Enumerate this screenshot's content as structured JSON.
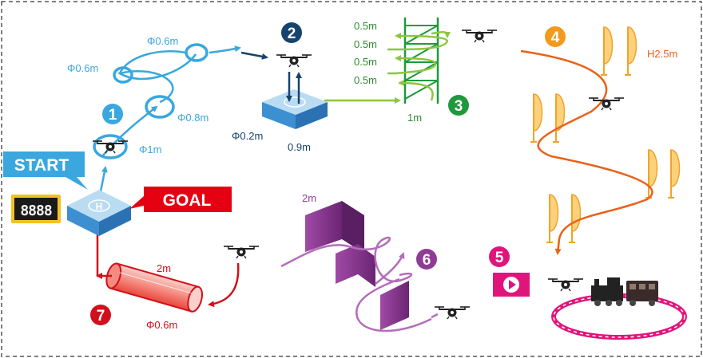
{
  "labels": {
    "start": "START",
    "goal": "GOAL",
    "timer": "8888",
    "helipad_h": "H"
  },
  "sections": {
    "s1": {
      "number": "1",
      "color": "#3aa7de",
      "rings": [
        "Φ1m",
        "Φ0.8m",
        "Φ0.6m",
        "Φ0.6m"
      ]
    },
    "s2": {
      "number": "2",
      "color": "#16436e",
      "pad_diameter": "Φ0.2m",
      "pad_size": "0.9m"
    },
    "s3": {
      "number": "3",
      "color": "#1e9a3c",
      "gaps": [
        "0.5m",
        "0.5m",
        "0.5m",
        "0.5m"
      ],
      "width": "1m"
    },
    "s4": {
      "number": "4",
      "color": "#f19a1c",
      "height": "H2.5m"
    },
    "s5": {
      "number": "5",
      "color": "#e0157b"
    },
    "s6": {
      "number": "6",
      "color": "#8e3c94",
      "wall": "2m"
    },
    "s7": {
      "number": "7",
      "color": "#d0101b",
      "tube_length": "2m",
      "tube_diameter": "Φ0.6m"
    }
  },
  "colors": {
    "border": "#555555",
    "pad_top": "#b9dcf3",
    "pad_side": "#3c8fd0",
    "track": "#e0157b",
    "flag_fill": "#fbd27b",
    "flag_edge": "#f2a32b"
  },
  "icons": [
    "drone-icon",
    "play-icon",
    "train-icon",
    "helipad-icon",
    "flag-icon"
  ]
}
